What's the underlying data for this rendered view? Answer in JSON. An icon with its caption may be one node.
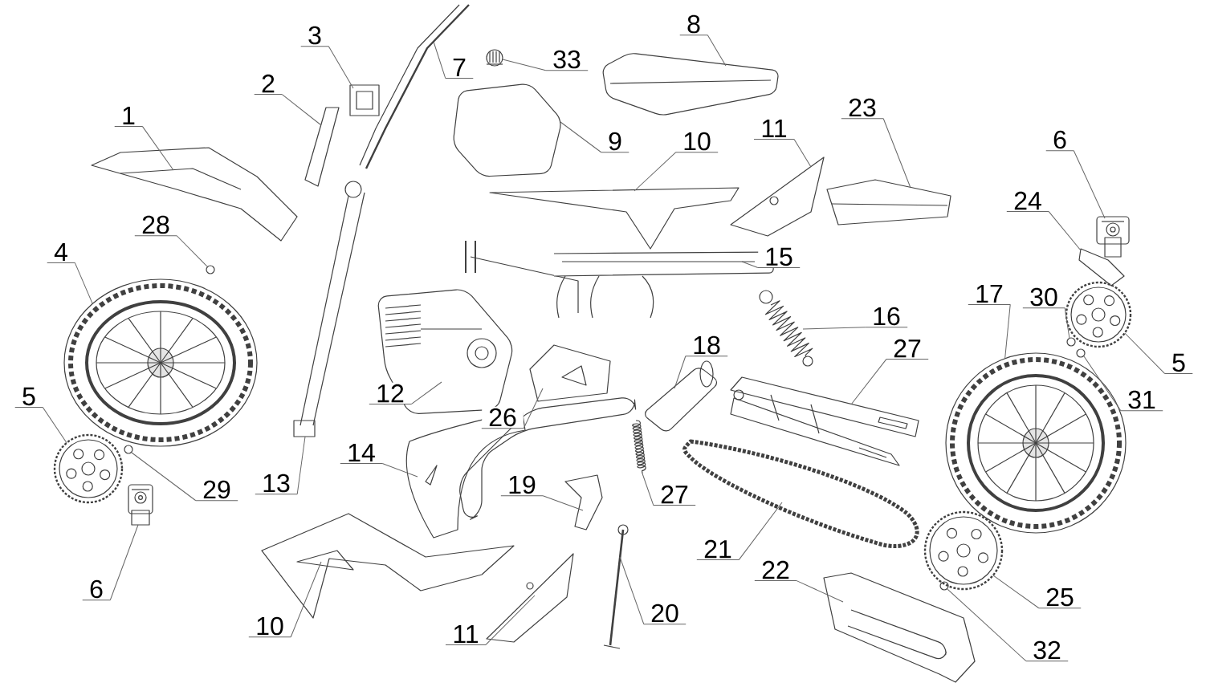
{
  "diagram": {
    "nodes": [
      {
        "text": [
          "3"
        ]
      },
      {
        "text": [
          "8"
        ]
      },
      {
        "text": [
          "33"
        ]
      },
      {
        "text": [
          "7"
        ]
      },
      {
        "text": [
          "2"
        ]
      },
      {
        "text": [
          "23"
        ]
      },
      {
        "text": [
          "1"
        ]
      },
      {
        "text": [
          "11"
        ]
      },
      {
        "text": [
          "6"
        ]
      },
      {
        "text": [
          "9"
        ]
      },
      {
        "text": [
          "10"
        ]
      },
      {
        "text": [
          "24"
        ]
      },
      {
        "text": [
          "28"
        ]
      },
      {
        "text": [
          "4"
        ]
      },
      {
        "text": [
          "15"
        ]
      },
      {
        "text": [
          "17"
        ]
      },
      {
        "text": [
          "30"
        ]
      },
      {
        "text": [
          "16"
        ]
      },
      {
        "text": [
          "18"
        ]
      },
      {
        "text": [
          "27"
        ]
      },
      {
        "text": [
          "5"
        ]
      },
      {
        "text": [
          "12"
        ]
      },
      {
        "text": [
          "5"
        ]
      },
      {
        "text": [
          "31"
        ]
      },
      {
        "text": [
          "26"
        ]
      },
      {
        "text": [
          "14"
        ]
      },
      {
        "text": [
          "13"
        ]
      },
      {
        "text": [
          "29"
        ]
      },
      {
        "text": [
          "19"
        ]
      },
      {
        "text": [
          "27"
        ]
      },
      {
        "text": [
          "21"
        ]
      },
      {
        "text": [
          "22"
        ]
      },
      {
        "text": [
          "6"
        ]
      },
      {
        "text": [
          "25"
        ]
      },
      {
        "text": [
          "20"
        ]
      },
      {
        "text": [
          "10"
        ]
      },
      {
        "text": [
          "11"
        ]
      },
      {
        "text": [
          "32"
        ]
      },
      {
        "text": [],
        "shape": "picture"
      },
      {
        "text": [],
        "shape": "picture"
      },
      {
        "text": [],
        "shape": "picture"
      },
      {
        "text": [],
        "shape": "picture"
      },
      {
        "text": [],
        "shape": "picture"
      },
      {
        "text": [],
        "shape": "picture"
      },
      {
        "text": [],
        "shape": "picture"
      },
      {
        "text": [],
        "shape": "picture"
      },
      {
        "text": [],
        "shape": "picture"
      },
      {
        "text": [],
        "shape": "picture"
      },
      {
        "text": [],
        "shape": "picture"
      },
      {
        "text": [],
        "shape": "picture"
      },
      {
        "text": [],
        "shape": "picture"
      },
      {
        "text": [],
        "shape": "picture"
      },
      {
        "text": [],
        "shape": "picture"
      },
      {
        "text": [],
        "shape": "picture"
      },
      {
        "text": [],
        "shape": "picture"
      },
      {
        "text": [],
        "shape": "picture"
      },
      {
        "text": [],
        "shape": "picture"
      },
      {
        "text": [],
        "shape": "picture"
      },
      {
        "text": [],
        "shape": "picture"
      },
      {
        "text": [],
        "shape": "picture"
      },
      {
        "text": [],
        "shape": "picture"
      },
      {
        "text": [],
        "shape": "picture"
      },
      {
        "text": [],
        "shape": "picture"
      },
      {
        "text": [],
        "shape": "picture"
      },
      {
        "text": [],
        "shape": "picture"
      },
      {
        "text": [],
        "shape": "picture"
      },
      {
        "text": [],
        "shape": "picture"
      },
      {
        "text": [],
        "shape": "picture"
      },
      {
        "text": [],
        "shape": "picture"
      },
      {
        "text": [],
        "shape": "picture"
      },
      {
        "text": [],
        "shape": "picture"
      },
      {
        "text": [],
        "shape": "picture"
      },
      {
        "text": [],
        "shape": "picture"
      },
      {
        "text": [],
        "shape": "picture"
      },
      {
        "text": [],
        "shape": "picture"
      },
      {
        "text": [],
        "shape": "picture"
      }
    ],
    "edges": [
      {
        "from": 0,
        "to": 38,
        "arrow": "none"
      },
      {
        "from": 1,
        "to": 39,
        "arrow": "none"
      },
      {
        "from": 2,
        "to": 40,
        "arrow": "none"
      },
      {
        "from": 3,
        "to": 41,
        "arrow": "none"
      },
      {
        "from": 4,
        "to": 42,
        "arrow": "none"
      },
      {
        "from": 5,
        "to": 43,
        "arrow": "none"
      },
      {
        "from": 6,
        "to": 44,
        "arrow": "none"
      },
      {
        "from": 7,
        "to": 45,
        "arrow": "none"
      },
      {
        "from": 8,
        "to": 46,
        "arrow": "none"
      },
      {
        "from": 9,
        "to": 47,
        "arrow": "none"
      },
      {
        "from": 10,
        "to": 48,
        "arrow": "none"
      },
      {
        "from": 11,
        "to": 49,
        "arrow": "none"
      },
      {
        "from": 12,
        "to": 50,
        "arrow": "none"
      },
      {
        "from": 13,
        "to": 51,
        "arrow": "none"
      },
      {
        "from": 14,
        "to": 52,
        "arrow": "none"
      },
      {
        "from": 15,
        "to": 53,
        "arrow": "none"
      },
      {
        "from": 16,
        "to": 54,
        "arrow": "none"
      },
      {
        "from": 17,
        "to": 55,
        "arrow": "none"
      },
      {
        "from": 18,
        "to": 56,
        "arrow": "none"
      },
      {
        "from": 19,
        "to": 57,
        "arrow": "none"
      },
      {
        "from": 20,
        "to": 58,
        "arrow": "none"
      },
      {
        "from": 21,
        "to": 59,
        "arrow": "none"
      },
      {
        "from": 22,
        "to": 60,
        "arrow": "none"
      },
      {
        "from": 23,
        "to": 61,
        "arrow": "none"
      },
      {
        "from": 24,
        "to": 62,
        "arrow": "none"
      },
      {
        "from": 25,
        "to": 63,
        "arrow": "none"
      },
      {
        "from": 26,
        "to": 64,
        "arrow": "none"
      },
      {
        "from": 27,
        "to": 65,
        "arrow": "none"
      },
      {
        "from": 28,
        "to": 66,
        "arrow": "none"
      },
      {
        "from": 29,
        "to": 67,
        "arrow": "none"
      },
      {
        "from": 30,
        "to": 68,
        "arrow": "none"
      },
      {
        "from": 31,
        "to": 69,
        "arrow": "none"
      },
      {
        "from": 32,
        "to": 70,
        "arrow": "none"
      },
      {
        "from": 33,
        "to": 71,
        "arrow": "none"
      },
      {
        "from": 34,
        "to": 72,
        "arrow": "none"
      },
      {
        "from": 35,
        "to": 73,
        "arrow": "none"
      },
      {
        "from": 36,
        "to": 74,
        "arrow": "none"
      },
      {
        "from": 37,
        "to": 75,
        "arrow": "none"
      }
    ]
  }
}
